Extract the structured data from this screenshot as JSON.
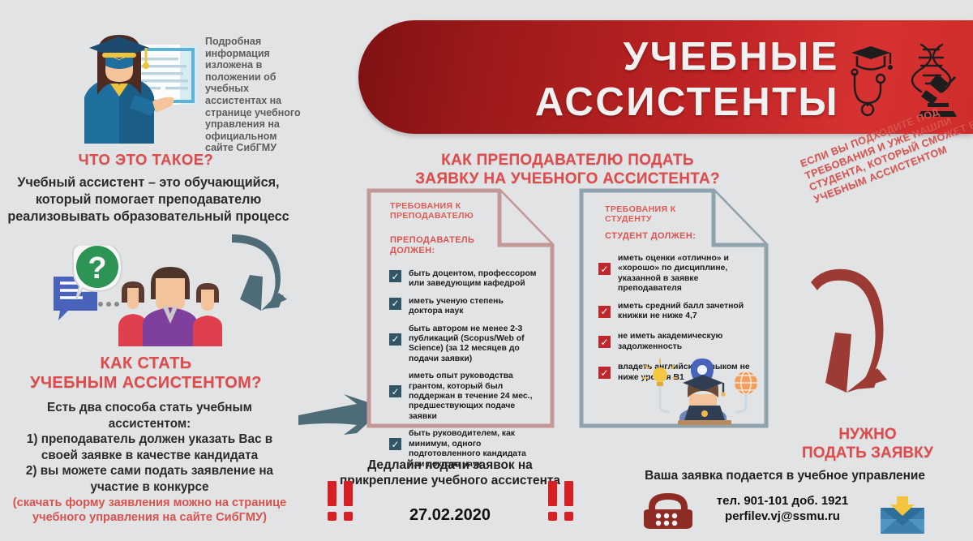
{
  "banner": {
    "title_line1": "УЧЕБНЫЕ",
    "title_line2": "АССИСТЕНТЫ",
    "icons": [
      "graduation-cap-icon",
      "dna-icon",
      "stethoscope-icon",
      "microscope-icon"
    ],
    "color_dark": "#7e1113",
    "color_light": "#d73232"
  },
  "intro": {
    "note": "Подробная информация изложена в положении об учебных ассистентах на странице учебного управления на официальном сайте СибГМУ",
    "illustration": "graduate-with-document-illustration"
  },
  "what": {
    "title": "ЧТО ЭТО ТАКОЕ?",
    "body": "Учебный ассистент – это обучающийся, который помогает преподавателю реализовывать образовательный процесс",
    "illustration": "people-question-bubble-illustration"
  },
  "how": {
    "title_line1": "КАК СТАТЬ",
    "title_line2": "УЧЕБНЫМ АССИСТЕНТОМ?",
    "body": "Есть два способа стать учебным ассистентом:\n1) преподаватель должен указать Вас в своей заявке в качестве кандидата\n2) вы можете сами подать заявление на участие в конкурсе",
    "note": "(скачать форму заявления можно на странице учебного управления на сайте СибГМУ)"
  },
  "apply": {
    "title_line1": "КАК ПРЕПОДАВАТЕЛЮ ПОДАТЬ",
    "title_line2": "ЗАЯВКУ НА УЧЕБНОГО АССИСТЕНТА?"
  },
  "teacher_card": {
    "heading1": "ТРЕБОВАНИЯ К ПРЕПОДАВАТЕЛЮ",
    "heading2": "ПРЕПОДАВАТЕЛЬ ДОЛЖЕН:",
    "border_color": "#c49898",
    "check_color": "#2f5566",
    "items": [
      "быть доцентом, профессором или заведующим кафедрой",
      "иметь ученую степень доктора наук",
      "быть автором не менее 2-3 публикаций (Scopus/Web of Science) (за 12 месяцев до подачи заявки)",
      "иметь опыт руководства грантом, который был поддержан в течение 24 мес., предшествующих подаче заявки",
      "быть руководителем, как минимум, одного подготовленного кандидата или доктора наук"
    ]
  },
  "student_card": {
    "heading1": "ТРЕБОВАНИЯ К СТУДЕНТУ",
    "heading2": "СТУДЕНТ ДОЛЖЕН:",
    "border_color": "#8fa3ad",
    "check_color": "#c0272d",
    "items": [
      "иметь оценки «отлично» и «хорошо» по дисциплине, указанной в заявке преподавателя",
      "иметь средний балл зачетной книжки не ниже 4,7",
      "не иметь академическую задолженность",
      "владеть английским языком не ниже уровня В1"
    ],
    "illustration": "student-laptop-globe-illustration"
  },
  "rotated_note": {
    "line1": "ЕСЛИ ВЫ ПОДХОДИТЕ ПОД",
    "line2": "ТРЕБОВАНИЯ И УЖЕ НАШЛИ",
    "line3": "СТУДЕНТА, КОТОРЫЙ СМОЖЕТ БЫТЬ",
    "line4": "УЧЕБНЫМ АССИСТЕНТОМ"
  },
  "need_apply": {
    "line1": "НУЖНО",
    "line2": "ПОДАТЬ ЗАЯВКУ"
  },
  "deadline": {
    "text": "Дедлайн подачи заявок на прикрепление учебного ассистента",
    "date": "27.02.2020",
    "mark_color": "#d91f26"
  },
  "contacts": {
    "heading": "Ваша заявка подается в учебное управление",
    "phone": "тел. 901-101 доб. 1921",
    "email": "perfilev.vj@ssmu.ru",
    "phone_icon": "telephone-icon",
    "mail_icon": "envelope-download-icon"
  },
  "arrows": {
    "gray_down": "curved-arrow-down-gray",
    "gray_right": "arrow-right-gray",
    "red_down": "curved-arrow-down-red"
  }
}
